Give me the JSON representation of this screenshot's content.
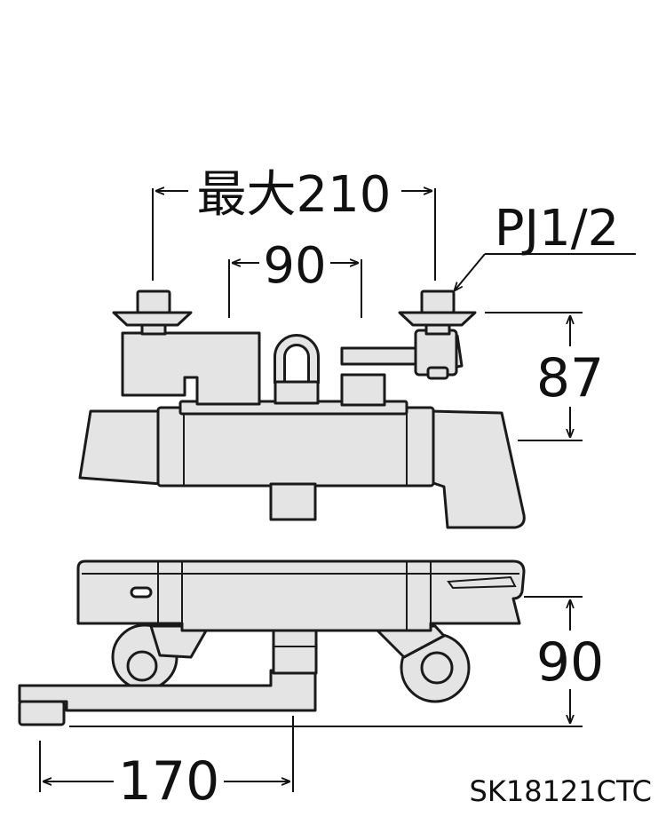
{
  "dimensions": {
    "max_width": "最大210",
    "center_spacing": "90",
    "thread": "PJ1/2",
    "height_top": "87",
    "height_bottom": "90",
    "spout_length": "170"
  },
  "model_number": "SK18121CTC",
  "colors": {
    "line": "#1a1a1a",
    "body_fill": "#e4e4e4",
    "dark_fill": "#cfcfcf",
    "background": "#ffffff"
  }
}
